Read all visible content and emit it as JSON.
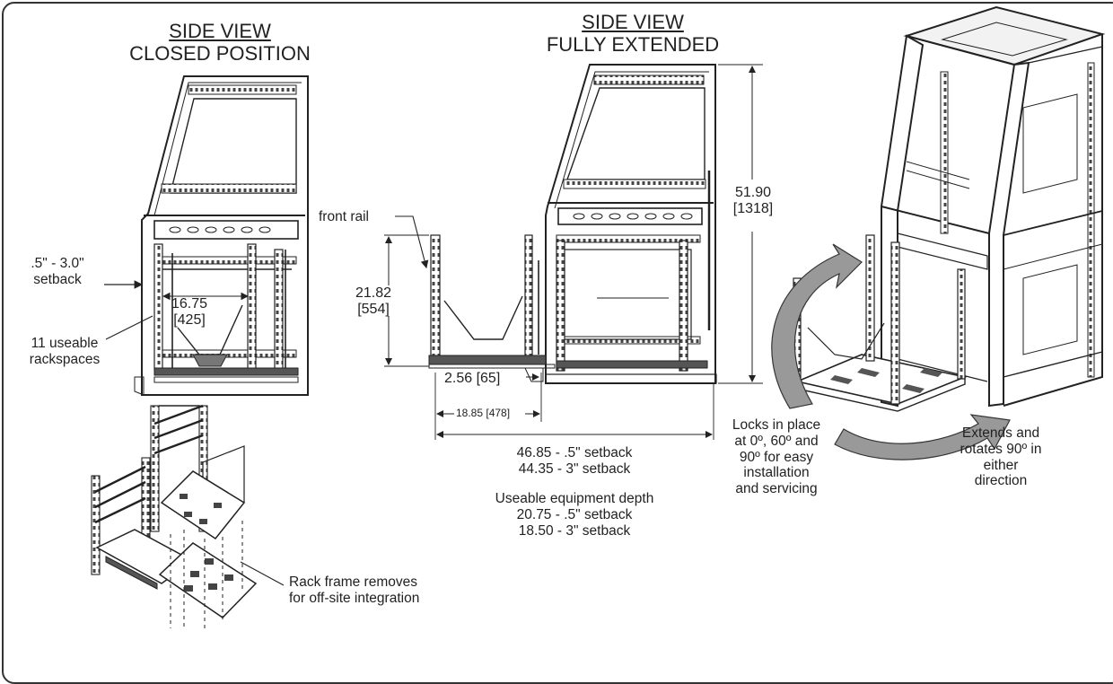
{
  "views": {
    "closed": {
      "title_line1": "SIDE VIEW",
      "title_line2": "CLOSED POSITION"
    },
    "extended": {
      "title_line1": "SIDE VIEW",
      "title_line2": "FULLY EXTENDED"
    }
  },
  "labels": {
    "setback_line1": ".5\" - 3.0\"",
    "setback_line2": "setback",
    "rail_width_line1": "16.75",
    "rail_width_line2": "[425]",
    "rackspaces_line1": "11 useable",
    "rackspaces_line2": "rackspaces",
    "front_rail": "front rail",
    "rail_height_line1": "21.82",
    "rail_height_line2": "[554]",
    "total_height_line1": "51.90",
    "total_height_line2": "[1318]",
    "offset": "2.56 [65]",
    "base_depth": "18.85 [478]",
    "extended_depth_line1": "46.85 - .5\" setback",
    "extended_depth_line2": "44.35 - 3\" setback",
    "equip_depth_line1": "Useable equipment depth",
    "equip_depth_line2": "20.75 - .5\" setback",
    "equip_depth_line3": "18.50 - 3\" setback",
    "locks_line1": "Locks in place",
    "locks_line2": "at 0º, 60º and",
    "locks_line3": "90º for easy",
    "locks_line4": "installation",
    "locks_line5": "and servicing",
    "extends_line1": "Extends and",
    "extends_line2": "rotates 90º in",
    "extends_line3": "either",
    "extends_line4": "direction",
    "removes_line1": "Rack frame removes",
    "removes_line2": "for off-site integration"
  }
}
